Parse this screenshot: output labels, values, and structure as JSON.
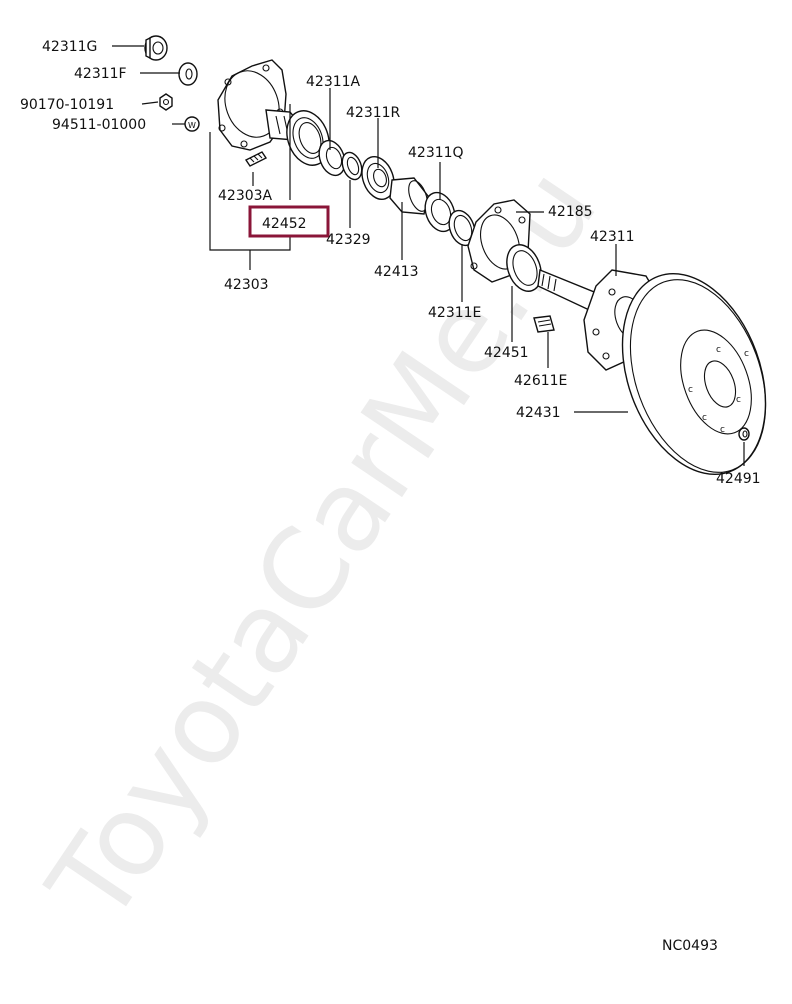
{
  "diagram": {
    "watermark": "ToyotaCarMe.ru",
    "code": "NC0493",
    "highlight_color": "#8a1538",
    "labels": {
      "p42311G": "42311G",
      "p42311F": "42311F",
      "p90170": "90170-10191",
      "p94511": "94511-01000",
      "p42311A": "42311A",
      "p42311R": "42311R",
      "p42311Q": "42311Q",
      "p42185": "42185",
      "p42311": "42311",
      "p42303A": "42303A",
      "p42452": "42452",
      "p42329": "42329",
      "p42413": "42413",
      "p42303": "42303",
      "p42311E": "42311E",
      "p42451": "42451",
      "p42611E": "42611E",
      "p42431": "42431",
      "p42491": "42491"
    }
  }
}
